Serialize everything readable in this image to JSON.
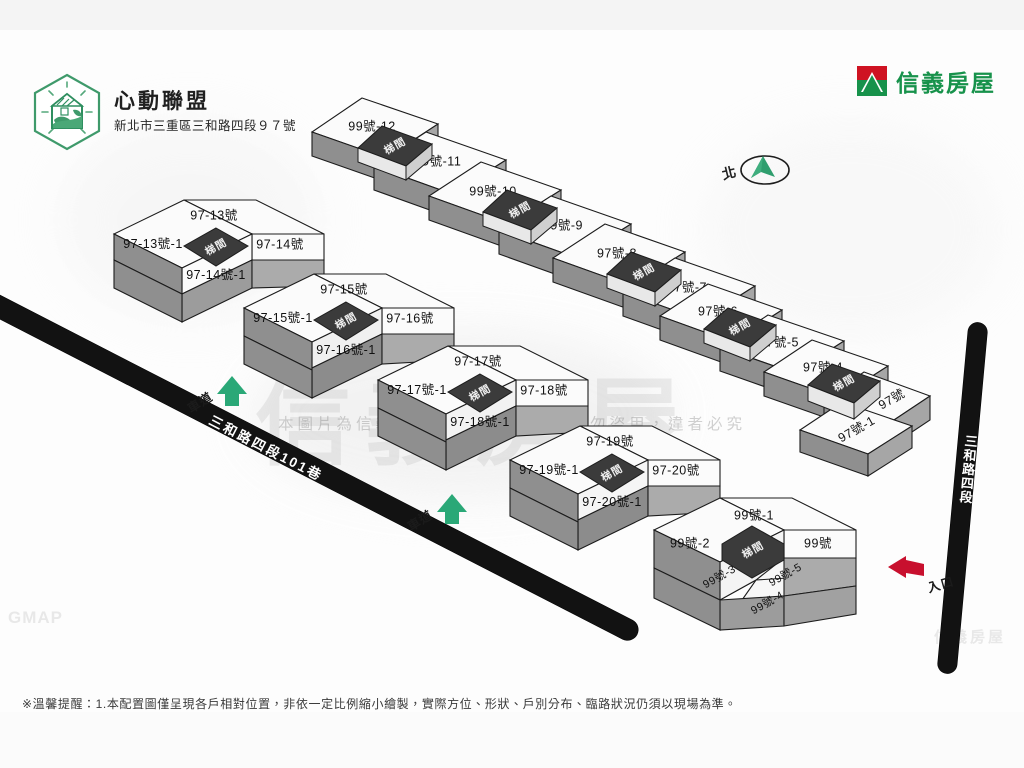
{
  "header": {
    "logo_icon": "house-hexagon-logo",
    "title": "心動聯盟",
    "address": "新北市三重區三和路四段９７號",
    "agency_icon": "sinyi-mountain-mark",
    "agency_name": "信義房屋"
  },
  "compass": {
    "label": "北",
    "icon": "north-arrow-icon"
  },
  "roads": [
    {
      "name": "三和路四段101巷",
      "orientation": "diagonal"
    },
    {
      "name": "三和路四段",
      "orientation": "vertical"
    }
  ],
  "markers": [
    {
      "label": "車道",
      "icon": "green-arrow-icon",
      "color": "#2aa877"
    },
    {
      "label": "車道",
      "icon": "green-arrow-icon",
      "color": "#2aa877"
    },
    {
      "label": "入口",
      "icon": "red-arrow-icon",
      "color": "#c8102e"
    }
  ],
  "watermarks": {
    "big": "信義房屋",
    "notice": "本圖片為信義房屋所有，未經允許請勿盜用，違者必究",
    "corner_left": "GMAP",
    "corner_right": "信義房屋"
  },
  "stairwell_label": "梯間",
  "colors": {
    "stair_fill": "#3b3b3b",
    "top_light": "#fbfbfb",
    "side_mid": "#8f8f8f",
    "side_dark": "#9a9a9a",
    "road": "#121212",
    "brand_green": "#17924b",
    "accent_green": "#2aa877",
    "accent_red": "#c8102e"
  },
  "clusters": [
    {
      "id": "cluster-97-13",
      "units": [
        "97-13號",
        "97-13號-1",
        "97-14號",
        "97-14號-1"
      ],
      "stairwell": "梯間"
    },
    {
      "id": "cluster-97-15",
      "units": [
        "97-15號",
        "97-15號-1",
        "97-16號",
        "97-16號-1"
      ],
      "stairwell": "梯間"
    },
    {
      "id": "cluster-97-17",
      "units": [
        "97-17號",
        "97-17號-1",
        "97-18號",
        "97-18號-1"
      ],
      "stairwell": "梯間"
    },
    {
      "id": "cluster-97-19",
      "units": [
        "97-19號",
        "97-19號-1",
        "97-20號",
        "97-20號-1"
      ],
      "stairwell": "梯間"
    },
    {
      "id": "cluster-99-top",
      "units": [
        "99號-12",
        "99號-11",
        "99號-10",
        "99號-9",
        "97號-8",
        "97號-7",
        "97號-6",
        "97號-5",
        "97號-4",
        "97號",
        "97號-1"
      ],
      "stairwell": "梯間"
    },
    {
      "id": "cluster-99-bottom",
      "units": [
        "99號-1",
        "99號-2",
        "99號",
        "99號-3",
        "99號-5",
        "99號-4"
      ],
      "stairwell": "梯間"
    }
  ],
  "units": {
    "u1": "99號-12",
    "u2": "99號-11",
    "u3": "99號-10",
    "u4": "99號-9",
    "u5": "97號-8",
    "u6": "97號-7",
    "u7": "97號-6",
    "u8": "97號-5",
    "u9": "97號-4",
    "u10": "97號",
    "u11": "97號-1",
    "u12": "97-13號",
    "u13": "97-13號-1",
    "u14": "97-14號",
    "u15": "97-14號-1",
    "u16": "97-15號",
    "u17": "97-15號-1",
    "u18": "97-16號",
    "u19": "97-16號-1",
    "u20": "97-17號",
    "u21": "97-17號-1",
    "u22": "97-18號",
    "u23": "97-18號-1",
    "u24": "97-19號",
    "u25": "97-19號-1",
    "u26": "97-20號",
    "u27": "97-20號-1",
    "u28": "99號-1",
    "u29": "99號-2",
    "u30": "99號",
    "u31": "99號-3",
    "u32": "99號-5",
    "u33": "99號-4"
  },
  "footer": {
    "note": "※溫馨提醒：1.本配置圖僅呈現各戶相對位置，非依一定比例縮小繪製，實際方位、形狀、戶別分布、臨路狀況仍須以現場為準。"
  }
}
